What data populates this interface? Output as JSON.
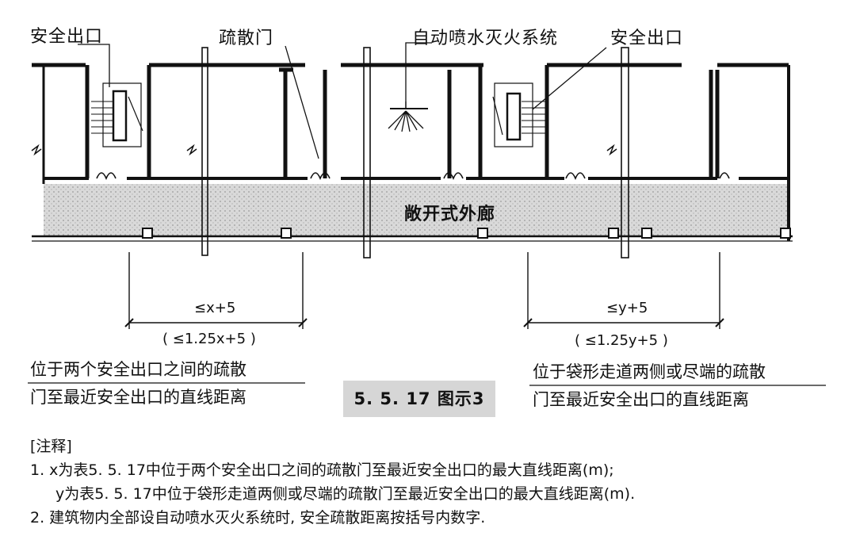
{
  "labels": {
    "exit_left": "安全出口",
    "evac_door": "疏散门",
    "sprinkler": "自动喷水灭火系统",
    "exit_right": "安全出口",
    "corridor": "敞开式外廊"
  },
  "dims": {
    "left_main": "≤x+5",
    "left_alt": "( ≤1.25x+5 )",
    "right_main": "≤y+5",
    "right_alt": "( ≤1.25y+5 )"
  },
  "descriptions": {
    "left_line1": "位于两个安全出口之间的疏散",
    "left_line2": "门至最近安全出口的直线距离",
    "right_line1": "位于袋形走道两侧或尽端的疏散",
    "right_line2": "门至最近安全出口的直线距离"
  },
  "caption": "5. 5. 17 图示3",
  "notes": {
    "heading": "[注释]",
    "line1": "1. x为表5. 5. 17中位于两个安全出口之间的疏散门至最近安全出口的最大直线距离(m);",
    "line2": "y为表5. 5. 17中位于袋形走道两侧或尽端的疏散门至最近安全出口的最大直线距离(m).",
    "line3": "2. 建筑物内全部设自动喷水灭火系统时, 安全疏散距离按括号内数字."
  }
}
